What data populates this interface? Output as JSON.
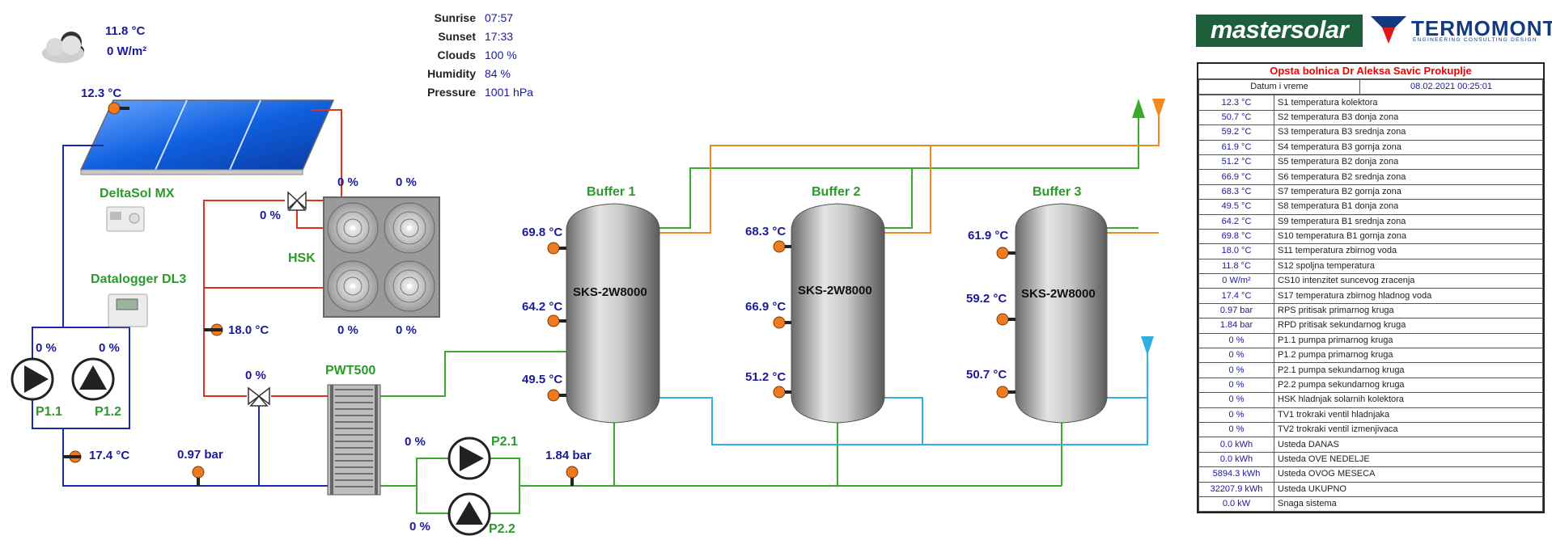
{
  "weather": {
    "outdoor_temp": "11.8 °C",
    "irradiance": "0 W/m²",
    "rows": [
      {
        "label": "Sunrise",
        "value": "07:57"
      },
      {
        "label": "Sunset",
        "value": "17:33"
      },
      {
        "label": "Clouds",
        "value": "100 %"
      },
      {
        "label": "Humidity",
        "value": "84 %"
      },
      {
        "label": "Pressure",
        "value": "1001 hPa"
      }
    ]
  },
  "logos": {
    "brand1": "mastersolar",
    "brand2": "TERMOMONT",
    "brand2_sub": "ENGINEERING  CONSULTING  DESIGN"
  },
  "scheme": {
    "collector_temp": "12.3 °C",
    "controller": "DeltaSol MX",
    "datalogger": "Datalogger DL3",
    "hsk_label": "HSK",
    "hsk_fan_1": "0 %",
    "hsk_fan_2": "0 %",
    "hsk_fan_3": "0 %",
    "hsk_fan_4": "0 %",
    "tv1_value": "0 %",
    "tv2_value": "0 %",
    "return_temp": "18.0 °C",
    "p11_value": "0 %",
    "p12_value": "0 %",
    "p11_label": "P1.1",
    "p12_label": "P1.2",
    "primary_temp": "17.4 °C",
    "primary_pressure": "0.97 bar",
    "hx_label": "PWT500",
    "p21_value": "0 %",
    "p22_value": "0 %",
    "p21_label": "P2.1",
    "p22_label": "P2.2",
    "secondary_pressure": "1.84 bar"
  },
  "buffers": [
    {
      "title": "Buffer 1",
      "model": "SKS-2W8000",
      "top": "69.8 °C",
      "mid": "64.2 °C",
      "bottom": "49.5 °C"
    },
    {
      "title": "Buffer 2",
      "model": "SKS-2W8000",
      "top": "68.3 °C",
      "mid": "66.9 °C",
      "bottom": "51.2 °C"
    },
    {
      "title": "Buffer 3",
      "model": "SKS-2W8000",
      "top": "61.9 °C",
      "mid": "59.2 °C",
      "bottom": "50.7 °C"
    }
  ],
  "panel": {
    "title": "Opsta bolnica Dr Aleksa Savic Prokuplje",
    "datetime_label": "Datum i vreme",
    "datetime_value": "08.02.2021 00:25:01",
    "rows": [
      {
        "value": "12.3 °C",
        "label": "S1 temperatura kolektora"
      },
      {
        "value": "50.7 °C",
        "label": "S2 temperatura B3 donja zona"
      },
      {
        "value": "59.2 °C",
        "label": "S3 temperatura B3 srednja zona"
      },
      {
        "value": "61.9 °C",
        "label": "S4 temperatura B3 gornja zona"
      },
      {
        "value": "51.2 °C",
        "label": "S5 temperatura B2 donja zona"
      },
      {
        "value": "66.9 °C",
        "label": "S6 temperatura B2 srednja zona"
      },
      {
        "value": "68.3 °C",
        "label": "S7 temperatura B2 gornja zona"
      },
      {
        "value": "49.5 °C",
        "label": "S8 temperatura B1 donja zona"
      },
      {
        "value": "64.2 °C",
        "label": "S9 temperatura B1 srednja zona"
      },
      {
        "value": "69.8 °C",
        "label": "S10 temperatura B1 gornja zona"
      },
      {
        "value": "18.0 °C",
        "label": "S11 temperatura zbirnog voda"
      },
      {
        "value": "11.8 °C",
        "label": "S12 spoljna temperatura"
      },
      {
        "value": "0 W/m²",
        "label": "CS10 intenzitet suncevog zracenja"
      },
      {
        "value": "17.4 °C",
        "label": "S17 temperatura zbirnog hladnog voda"
      },
      {
        "value": "0.97 bar",
        "label": "RPS pritisak primarnog kruga"
      },
      {
        "value": "1.84 bar",
        "label": "RPD pritisak sekundarnog kruga"
      },
      {
        "value": "0 %",
        "label": "P1.1 pumpa primarnog kruga"
      },
      {
        "value": "0 %",
        "label": "P1.2 pumpa primarnog kruga"
      },
      {
        "value": "0 %",
        "label": "P2.1 pumpa sekundarnog kruga"
      },
      {
        "value": "0 %",
        "label": "P2.2 pumpa sekundarnog kruga"
      },
      {
        "value": "0 %",
        "label": "HSK hladnjak solarnih kolektora"
      },
      {
        "value": "0 %",
        "label": "TV1 trokraki ventil hladnjaka"
      },
      {
        "value": "0 %",
        "label": "TV2 trokraki ventil izmenjivaca"
      },
      {
        "value": "0.0 kWh",
        "label": "Usteda DANAS"
      },
      {
        "value": "0.0 kWh",
        "label": "Usteda OVE NEDELJE"
      },
      {
        "value": "5894.3 kWh",
        "label": "Usteda OVOG MESECA"
      },
      {
        "value": "32207.9 kWh",
        "label": "Usteda UKUPNO"
      },
      {
        "value": "0.0 kW",
        "label": "Snaga sistema"
      }
    ]
  },
  "colors": {
    "hot": "#e03020",
    "cold": "#1a2aa8",
    "secondary": "#3aaa2a",
    "orange": "#f08a20",
    "cyan": "#30b0e0",
    "sensor": "#f07a20"
  }
}
